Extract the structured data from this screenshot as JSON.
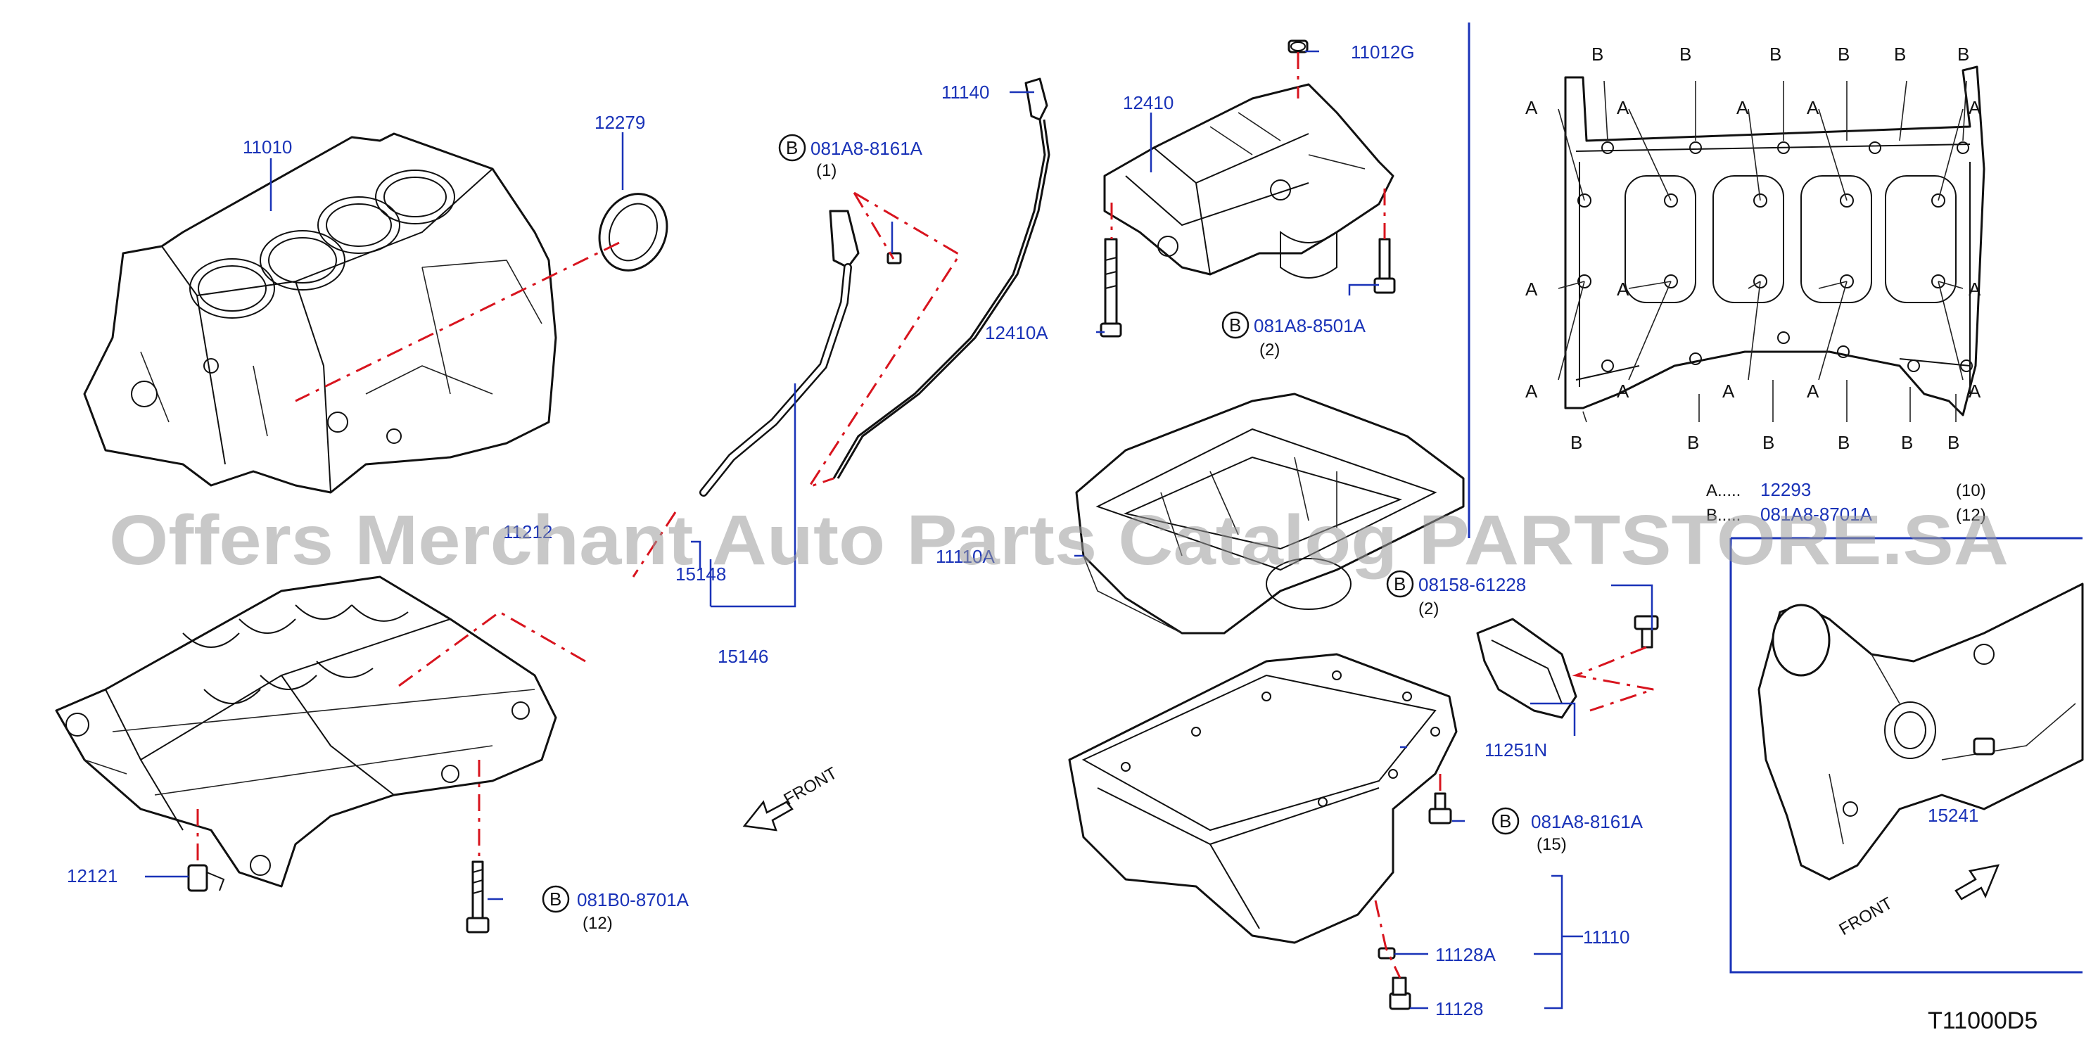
{
  "diagram_code": "T11000D5",
  "watermark": "Offers Merchant Auto Parts Catalog PARTSTORE.SA",
  "front_labels": [
    "FRONT",
    "FRONT"
  ],
  "parts": {
    "p11010": "11010",
    "p12279": "12279",
    "p11140": "11140",
    "p12410": "12410",
    "p11012G": "11012G",
    "p12410A": "12410A",
    "p15148": "15148",
    "p15146": "15146",
    "p11110A": "11110A",
    "p12121": "12121",
    "p11212": "11212",
    "p11251N": "11251N",
    "p11110": "11110",
    "p11128A": "11128A",
    "p11128": "11128",
    "p15241": "15241"
  },
  "bolts": {
    "b1": {
      "code": "081A8-8161A",
      "qty": "(1)"
    },
    "b2": {
      "code": "081A8-8501A",
      "qty": "(2)"
    },
    "b3": {
      "code": "08158-61228",
      "qty": "(2)"
    },
    "b4": {
      "code": "081A8-8161A",
      "qty": "(15)"
    },
    "b5": {
      "code": "081B0-8701A",
      "qty": "(12)"
    }
  },
  "bolt_marker": "B",
  "tightening": {
    "a_marker": "A",
    "b_marker": "B",
    "legend_a_label": "A.....",
    "legend_a_part": "12293",
    "legend_a_qty": "(10)",
    "legend_b_label": "B.....",
    "legend_b_part": "081A8-8701A",
    "legend_b_qty": "(12)"
  }
}
